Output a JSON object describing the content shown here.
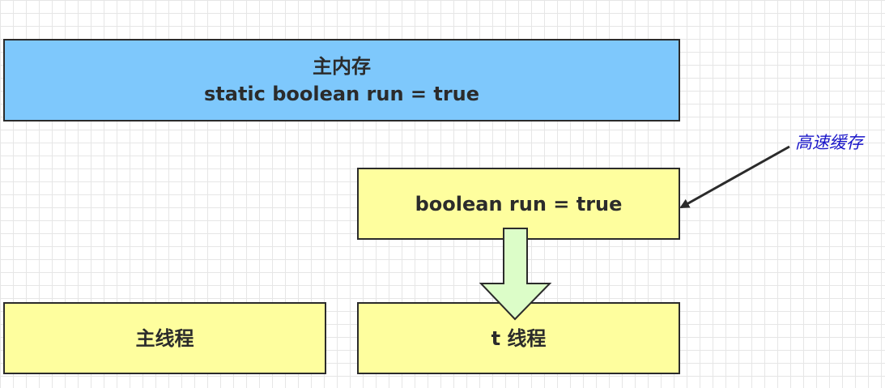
{
  "main_memory": {
    "title": "主内存",
    "code": "static boolean run = true"
  },
  "cache": {
    "code": "boolean run = true",
    "label": "高速缓存"
  },
  "threads": {
    "main": "主线程",
    "t": "t 线程"
  },
  "colors": {
    "memory_fill": "#7ec8fc",
    "thread_fill": "#fefe9e",
    "arrow_fill": "#dcfdc8",
    "label_color": "#1a16c9",
    "border": "#2b2b2b"
  }
}
